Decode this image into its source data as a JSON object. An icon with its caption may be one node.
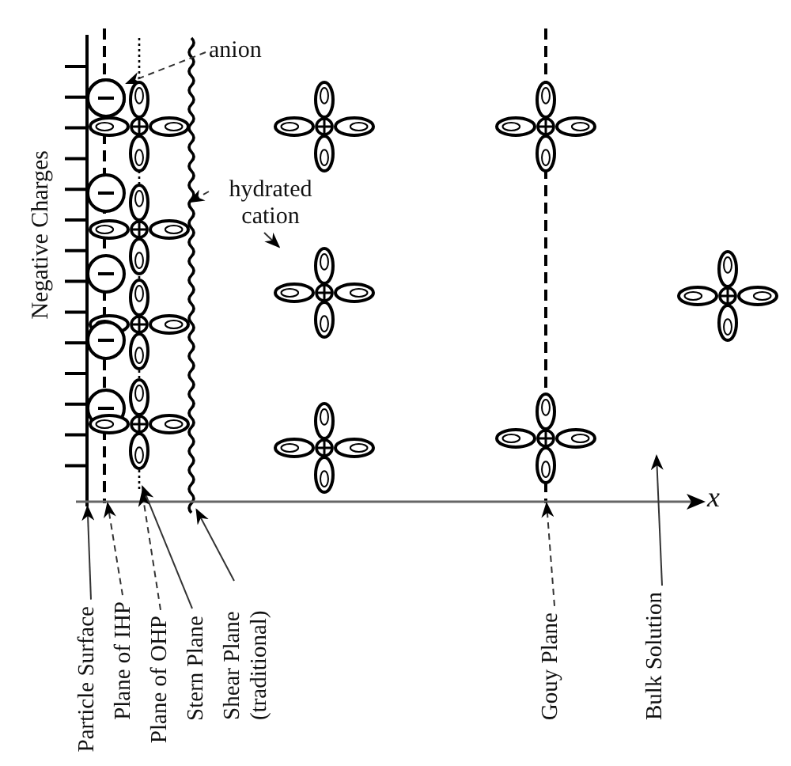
{
  "diagram": {
    "nodes": [
      {
        "text": [
          "anion"
        ]
      },
      {
        "text": [],
        "shape": "circle"
      },
      {
        "text": [
          "hydrated cation"
        ]
      },
      {
        "text": [],
        "shape": "cross"
      },
      {
        "text": [],
        "shape": "cross"
      },
      {
        "text": [
          "Particle Surface"
        ]
      },
      {
        "text": [],
        "shape": "line"
      },
      {
        "text": [
          "Plane of IHP"
        ]
      },
      {
        "text": [],
        "shape": "line"
      },
      {
        "text": [
          "Plane of OHP"
        ]
      },
      {
        "text": [],
        "shape": "line"
      },
      {
        "text": [
          "Stern Plane"
        ]
      },
      {
        "text": [
          "Shear Plane (traditional)"
        ]
      },
      {
        "text": [],
        "shape": "line"
      },
      {
        "text": [
          "Gouy Plane"
        ]
      },
      {
        "text": [],
        "shape": "line"
      },
      {
        "text": [
          "Bulk Solution"
        ]
      }
    ],
    "edges": [
      {
        "from": 0,
        "to": 1,
        "arrow": "to",
        "style": "dashed"
      },
      {
        "from": 2,
        "to": 3,
        "arrow": "to",
        "style": "dashed"
      },
      {
        "from": 2,
        "to": 4,
        "arrow": "to"
      },
      {
        "from": 5,
        "to": 6,
        "arrow": "to"
      },
      {
        "from": 7,
        "to": 8,
        "arrow": "to",
        "style": "dashed"
      },
      {
        "from": 9,
        "to": 10,
        "arrow": "to",
        "style": "dashed"
      },
      {
        "from": 11,
        "to": 10,
        "arrow": "to"
      },
      {
        "from": 12,
        "to": 13,
        "arrow": "to"
      },
      {
        "from": 14,
        "to": 15,
        "arrow": "to",
        "style": "dashed"
      },
      {
        "from": 16,
        "to": null,
        "arrow": "to"
      }
    ],
    "labels": [
      "Negative Charges",
      "x"
    ]
  }
}
